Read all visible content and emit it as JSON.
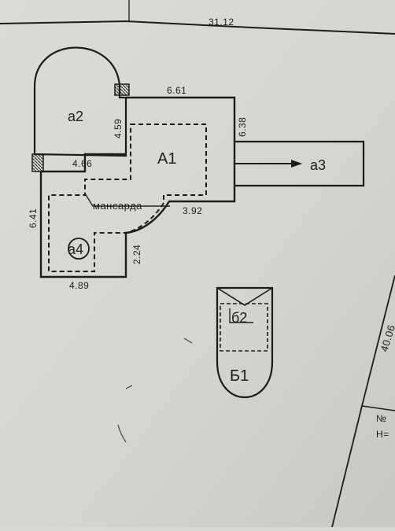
{
  "plan": {
    "top_dimension": "31.12",
    "buildings": {
      "main": "А1",
      "a2": "а2",
      "a3": "а3",
      "a4": "а4",
      "b1": "Б1",
      "b2": "б2"
    },
    "mansard_label": "мансарда",
    "dimensions": {
      "a2_height": "4.59",
      "a2_bottom": "4.66",
      "top_edge": "6.61",
      "right_edge": "6.38",
      "notch": "3.92",
      "left_wall": "6.41",
      "inner_step": "2.24",
      "bottom_edge": "4.89"
    },
    "parcel": {
      "boundary_length": "40.06",
      "marker_number": "№",
      "marker_height": "Н="
    }
  },
  "colors": {
    "paper": "#d9d8d4",
    "ink": "#1c1c1c"
  }
}
